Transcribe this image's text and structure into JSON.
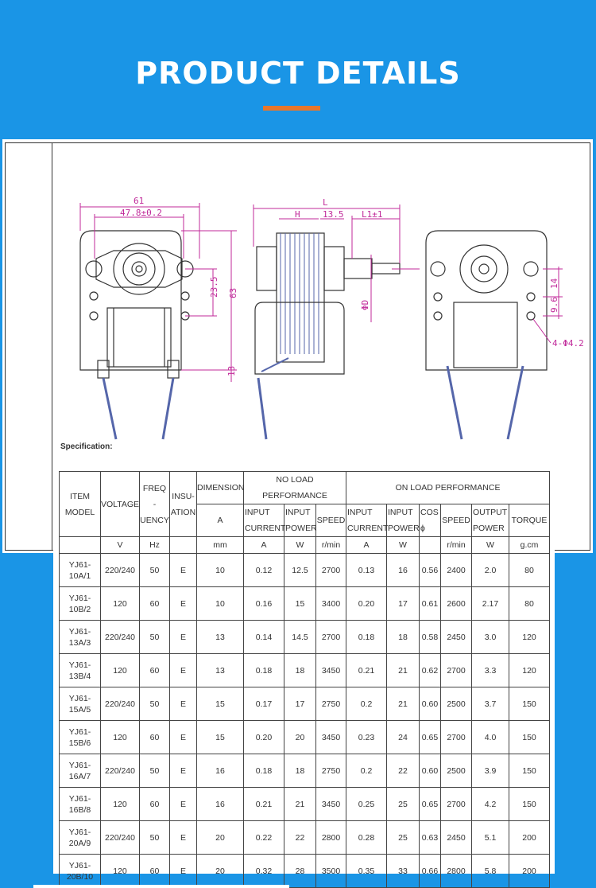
{
  "header": {
    "title": "PRODUCT DETAILS",
    "accent_color": "#e8762b",
    "background": "#1a95e6"
  },
  "drawing": {
    "dims": {
      "w61": "61",
      "w47": "47.8±0.2",
      "h63": "63",
      "h23": "23.5",
      "h13": "13",
      "L": "L",
      "H": "H",
      "d135": "13.5",
      "L1": "L1±1",
      "D": "ΦD",
      "d14": "14",
      "d96": "9.6",
      "hole": "4-Φ4.2"
    }
  },
  "spec_label": "Specification:",
  "table": {
    "h_item": [
      "ITEM",
      "MODEL"
    ],
    "h_voltage": "VOLTAGE",
    "h_freq": [
      "FREQ",
      "-",
      "UENCY"
    ],
    "h_insu": [
      "INSU-",
      "ATION"
    ],
    "h_dimension": "DIMENSION",
    "h_dim_a": "A",
    "h_noload": "NO LOAD PERFORMANCE",
    "h_onload": "ON LOAD PERFORMANCE",
    "h_input_current": [
      "INPUT",
      "CURRENT"
    ],
    "h_input_power": [
      "INPUT",
      "POWER"
    ],
    "h_speed": "SPEED",
    "h_input_current2": [
      "INPUT",
      "CURRENT"
    ],
    "h_input_power2": [
      "INPUT",
      "POWER"
    ],
    "h_cos": [
      "COS",
      "ϕ"
    ],
    "h_speed2": "SPEED",
    "h_output_power": [
      "OUTPUT",
      "POWER"
    ],
    "h_torque": "TORQUE",
    "units": [
      "V",
      "Hz",
      "",
      "mm",
      "A",
      "W",
      "r/min",
      "A",
      "W",
      "",
      "r/min",
      "W",
      "g.cm"
    ],
    "rows": [
      {
        "model": [
          "YJ61-",
          "10A/1"
        ],
        "cells": [
          "220/240",
          "50",
          "E",
          "10",
          "0.12",
          "12.5",
          "2700",
          "0.13",
          "16",
          "0.56",
          "2400",
          "2.0",
          "80"
        ]
      },
      {
        "model": [
          "YJ61-",
          "10B/2"
        ],
        "cells": [
          "120",
          "60",
          "E",
          "10",
          "0.16",
          "15",
          "3400",
          "0.20",
          "17",
          "0.61",
          "2600",
          "2.17",
          "80"
        ]
      },
      {
        "model": [
          "YJ61-",
          "13A/3"
        ],
        "cells": [
          "220/240",
          "50",
          "E",
          "13",
          "0.14",
          "14.5",
          "2700",
          "0.18",
          "18",
          "0.58",
          "2450",
          "3.0",
          "120"
        ]
      },
      {
        "model": [
          "YJ61-",
          "13B/4"
        ],
        "cells": [
          "120",
          "60",
          "E",
          "13",
          "0.18",
          "18",
          "3450",
          "0.21",
          "21",
          "0.62",
          "2700",
          "3.3",
          "120"
        ]
      },
      {
        "model": [
          "YJ61-",
          "15A/5"
        ],
        "cells": [
          "220/240",
          "50",
          "E",
          "15",
          "0.17",
          "17",
          "2750",
          "0.2",
          "21",
          "0.60",
          "2500",
          "3.7",
          "150"
        ]
      },
      {
        "model": [
          "YJ61-",
          "15B/6"
        ],
        "cells": [
          "120",
          "60",
          "E",
          "15",
          "0.20",
          "20",
          "3450",
          "0.23",
          "24",
          "0.65",
          "2700",
          "4.0",
          "150"
        ]
      },
      {
        "model": [
          "YJ61-",
          "16A/7"
        ],
        "cells": [
          "220/240",
          "50",
          "E",
          "16",
          "0.18",
          "18",
          "2750",
          "0.2",
          "22",
          "0.60",
          "2500",
          "3.9",
          "150"
        ]
      },
      {
        "model": [
          "YJ61-",
          "16B/8"
        ],
        "cells": [
          "120",
          "60",
          "E",
          "16",
          "0.21",
          "21",
          "3450",
          "0.25",
          "25",
          "0.65",
          "2700",
          "4.2",
          "150"
        ]
      },
      {
        "model": [
          "YJ61-",
          "20A/9"
        ],
        "cells": [
          "220/240",
          "50",
          "E",
          "20",
          "0.22",
          "22",
          "2800",
          "0.28",
          "25",
          "0.63",
          "2450",
          "5.1",
          "200"
        ]
      },
      {
        "model": [
          "YJ61-",
          "20B/10"
        ],
        "cells": [
          "120",
          "60",
          "E",
          "20",
          "0.32",
          "28",
          "3500",
          "0.35",
          "33",
          "0.66",
          "2800",
          "5.8",
          "200"
        ]
      }
    ]
  }
}
